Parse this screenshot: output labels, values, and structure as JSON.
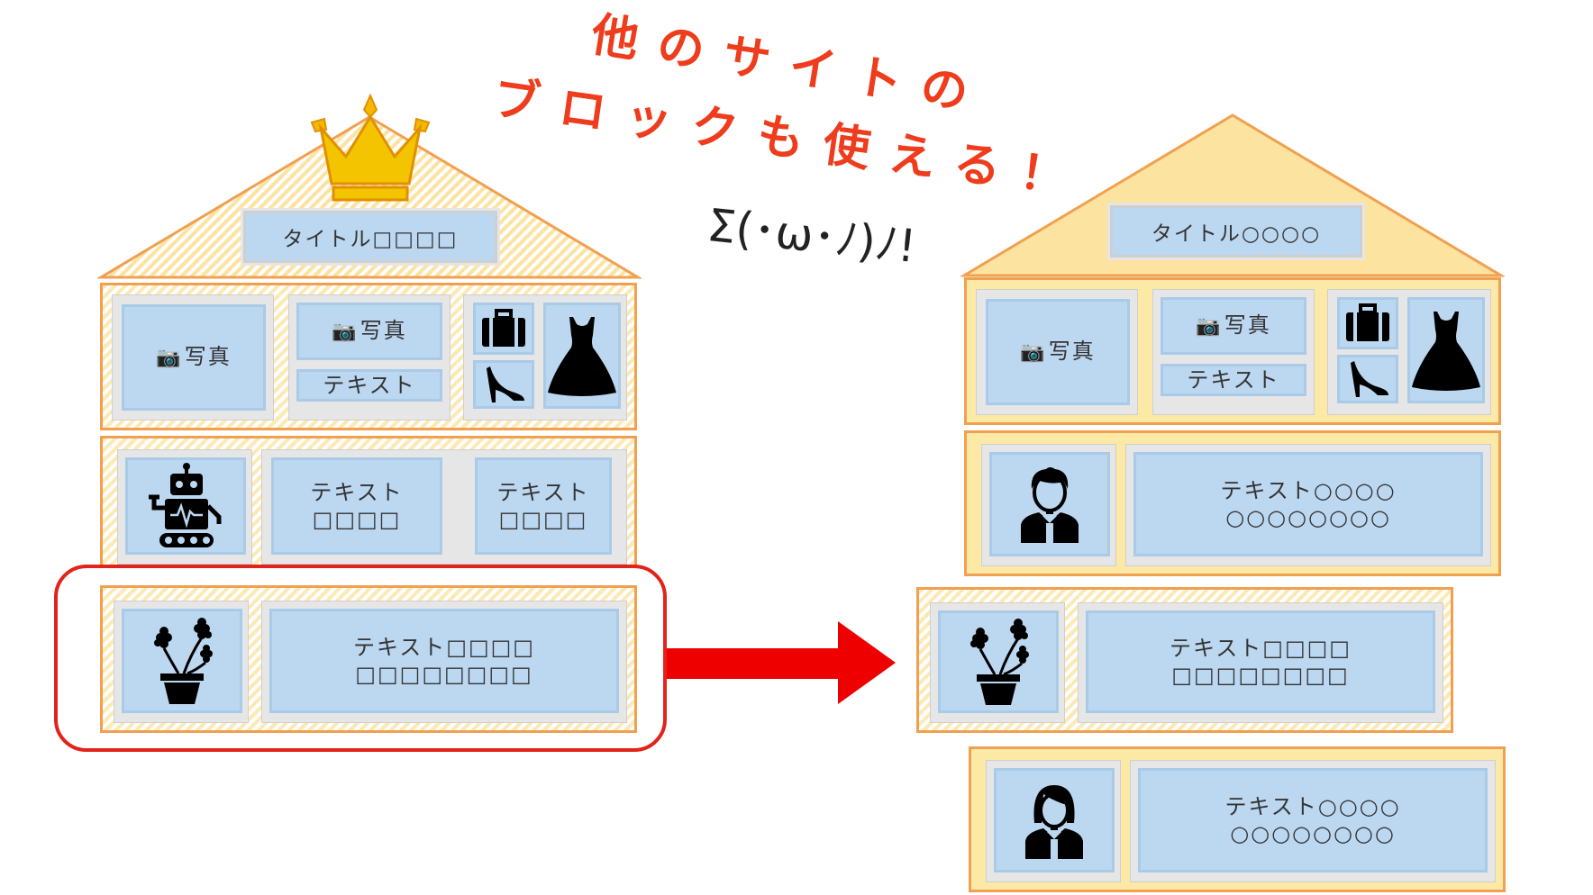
{
  "headline": {
    "line1": "他のサイトの",
    "line2": "ブロックも使える！",
    "emoticon": "Σ(･ω･ﾉ)ﾉ!",
    "color": "#ee3c1c"
  },
  "left_house": {
    "title": "タイトル□□□□",
    "row1": {
      "photo1": "写真",
      "photo2": "写真",
      "text": "テキスト"
    },
    "row2": {
      "text1_line1": "テキスト",
      "text1_line2": "□□□□",
      "text2_line1": "テキスト",
      "text2_line2": "□□□□"
    },
    "row3": {
      "text_line1": "テキスト□□□□",
      "text_line2": "□□□□□□□□"
    }
  },
  "right_house": {
    "title": "タイトル○○○○",
    "row1": {
      "photo1": "写真",
      "photo2": "写真",
      "text": "テキスト"
    },
    "row2": {
      "text_line1": "テキスト○○○○",
      "text_line2": "○○○○○○○○"
    },
    "row3": {
      "text_line1": "テキスト□□□□",
      "text_line2": "□□□□□□□□"
    },
    "row4": {
      "text_line1": "テキスト○○○○",
      "text_line2": "○○○○○○○○"
    }
  },
  "colors": {
    "frame": "#f0a050",
    "box": "#bcd7f0",
    "highlight": "#e2231a",
    "crown": "#f5b800"
  },
  "icons": [
    "crown-icon",
    "camera-icon",
    "suitcase-icon",
    "dress-icon",
    "high-heel-icon",
    "robot-icon",
    "flower-pot-icon",
    "boy-icon",
    "girl-icon",
    "arrow-right-icon"
  ]
}
